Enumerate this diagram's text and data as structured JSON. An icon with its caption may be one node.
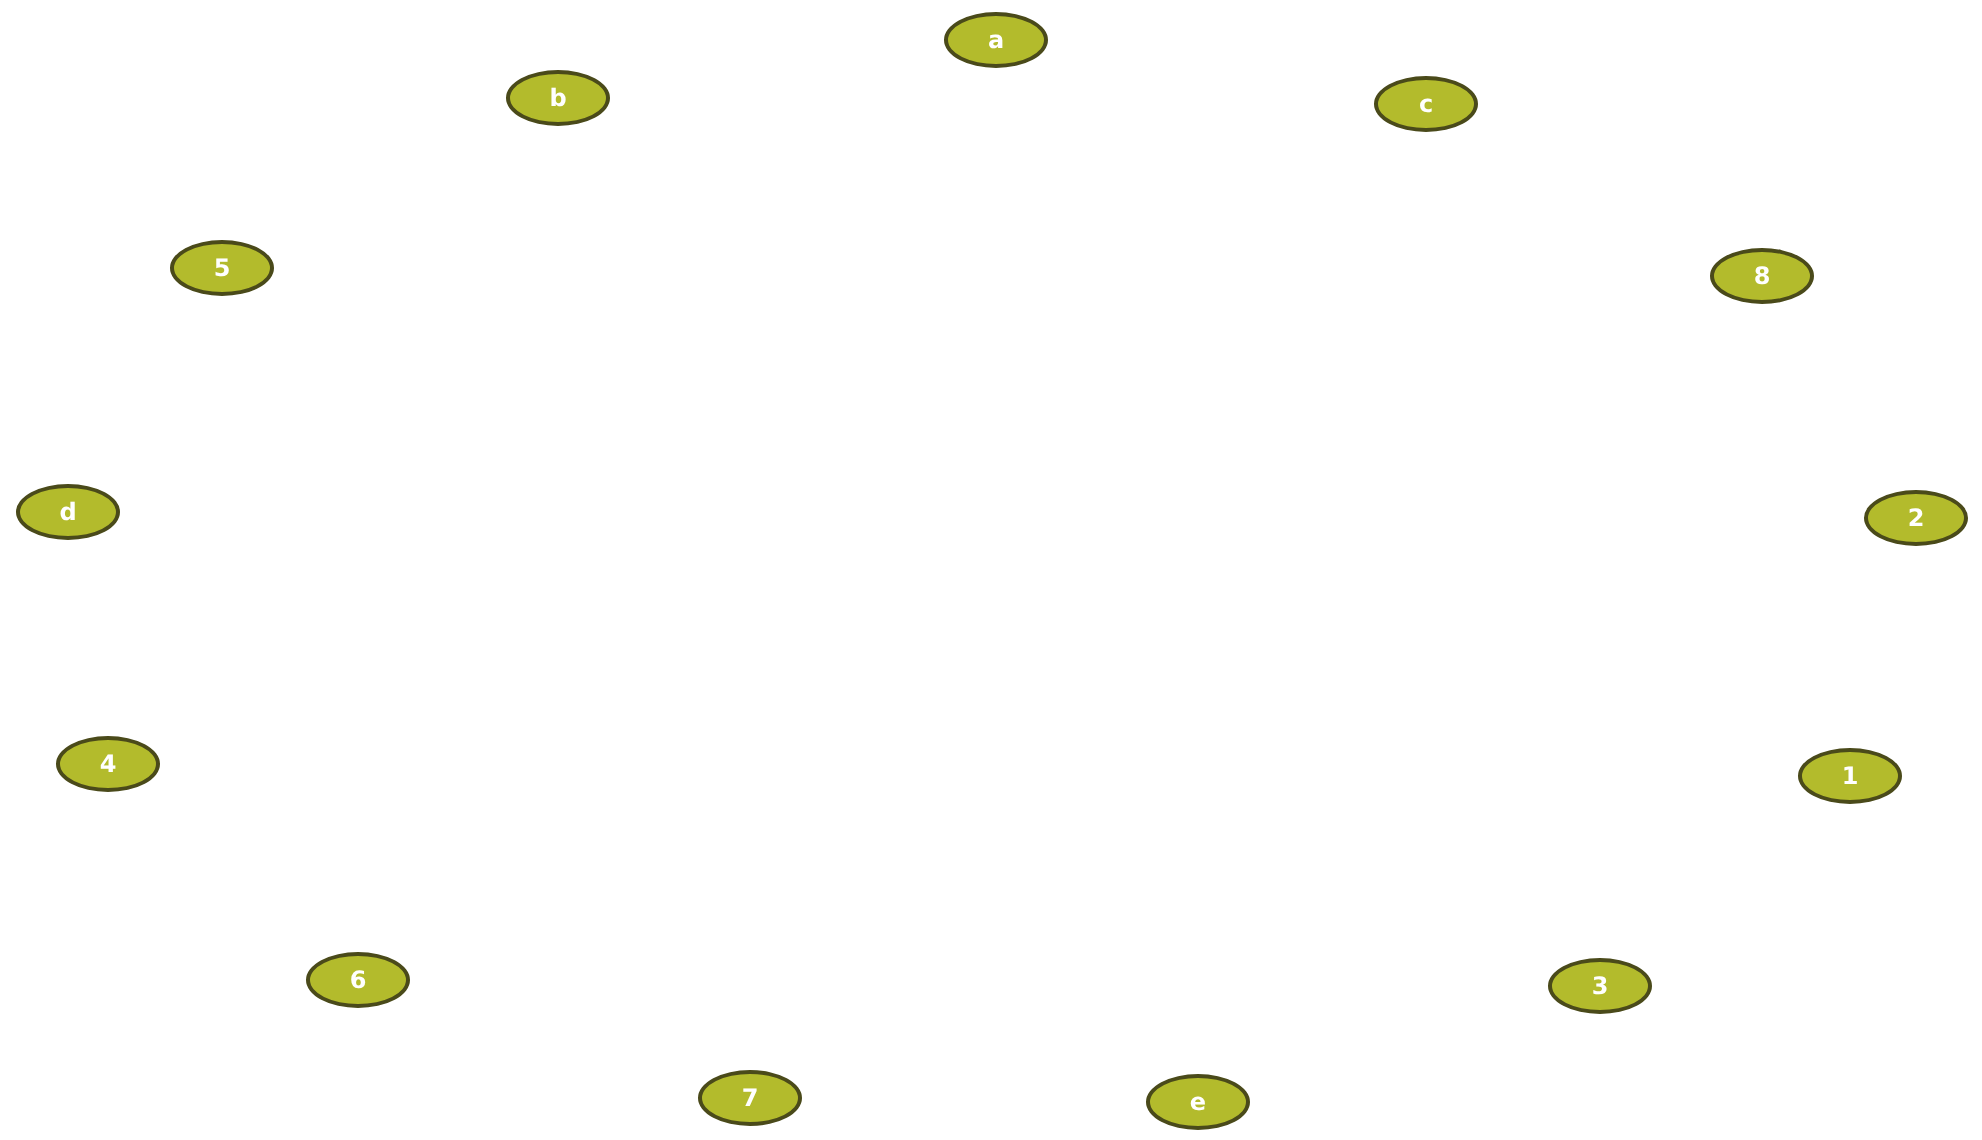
{
  "diagram": {
    "nodes": [
      {
        "text": [
          "a"
        ]
      },
      {
        "text": [
          "b"
        ]
      },
      {
        "text": [
          "c"
        ]
      },
      {
        "text": [
          "5"
        ]
      },
      {
        "text": [
          "8"
        ]
      },
      {
        "text": [
          "d"
        ]
      },
      {
        "text": [
          "2"
        ]
      },
      {
        "text": [
          "4"
        ]
      },
      {
        "text": [
          "1"
        ]
      },
      {
        "text": [
          "6"
        ]
      },
      {
        "text": [
          "3"
        ]
      },
      {
        "text": [
          "7"
        ]
      },
      {
        "text": [
          "e"
        ]
      }
    ]
  }
}
